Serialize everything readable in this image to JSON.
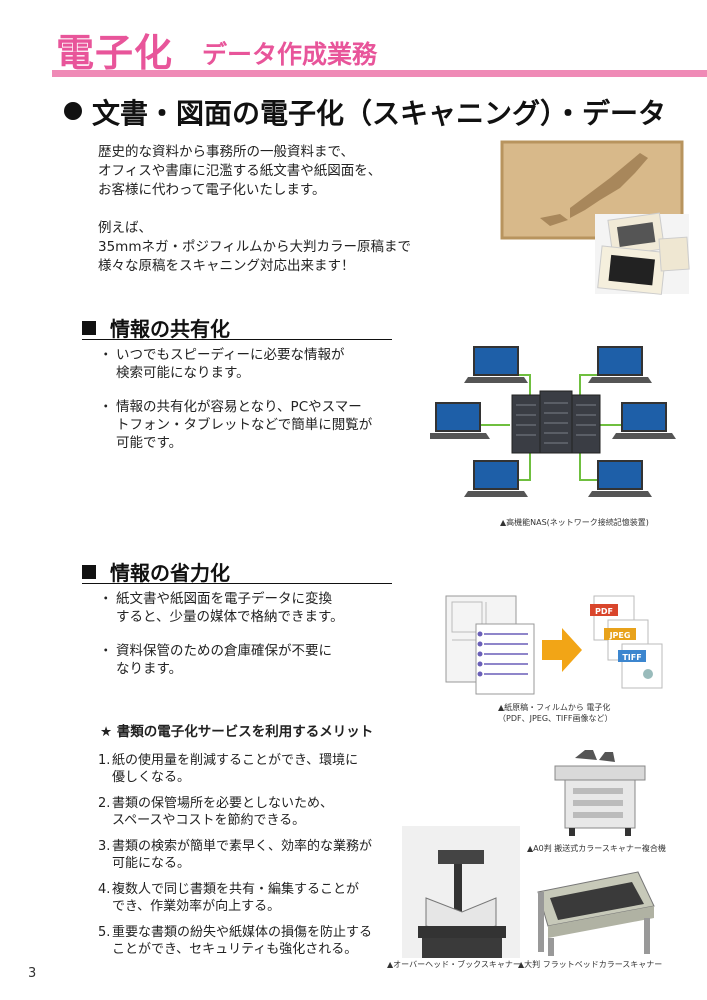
{
  "header": {
    "title": "電子化",
    "subtitle": "データ作成業務"
  },
  "section_main": {
    "title": "文書・図面の電子化（スキャニング）・データ",
    "intro_lines": [
      "歴史的な資料から事務所の一般資料まで、",
      "オフィスや書庫に氾濫する紙文書や紙図面を、",
      "お客様に代わって電子化いたします。"
    ],
    "example_lines": [
      "例えば、",
      "35mmネガ・ポジフィルムから大判カラー原稿まで",
      "様々な原稿をスキャニング対応出来ます！"
    ]
  },
  "sharing": {
    "heading": "情報の共有化",
    "bullets": [
      [
        "いつでもスピーディーに必要な情報が",
        "検索可能になります。"
      ],
      [
        "情報の共有化が容易となり、PCやスマー",
        "トフォン・タブレットなどで簡単に閲覧が",
        "可能です。"
      ]
    ],
    "caption": "▲高機能NAS(ネットワーク接続記憶装置)"
  },
  "saving": {
    "heading": "情報の省力化",
    "bullets": [
      [
        "紙文書や紙図面を電子データに変換",
        "すると、少量の媒体で格納できます。"
      ],
      [
        "資料保管のための倉庫確保が不要に",
        "なります。"
      ]
    ],
    "caption_lines": [
      "▲紙原稿・フィルムから 電子化",
      "（PDF、JPEG、TIFF画像など）"
    ],
    "file_labels": [
      "PDF",
      "JPEG",
      "TIFF"
    ]
  },
  "merits": {
    "title": "★ 書類の電子化サービスを利用するメリット",
    "items": [
      {
        "num": "1.",
        "lines": [
          "紙の使用量を削減することができ、環境に",
          "優しくなる。"
        ]
      },
      {
        "num": "2.",
        "lines": [
          "書類の保管場所を必要としないため、",
          "スペースやコストを節約できる。"
        ]
      },
      {
        "num": "3.",
        "lines": [
          "書類の検索が簡単で素早く、効率的な業務が",
          "可能になる。"
        ]
      },
      {
        "num": "4.",
        "lines": [
          "複数人で同じ書類を共有・編集することが",
          "でき、作業効率が向上する。"
        ]
      },
      {
        "num": "5.",
        "lines": [
          "重要な書類の紛失や紙媒体の損傷を防止する",
          "ことができ、セキュリティも強化される。"
        ]
      }
    ]
  },
  "captions": {
    "a0_scanner": "▲A0判 搬送式カラースキャナー複合機",
    "book_scanner": "▲オーバーヘッド・ブックスキャナー",
    "flatbed": "▲大判 フラットベッドカラースキャナー"
  },
  "page_number": "3"
}
